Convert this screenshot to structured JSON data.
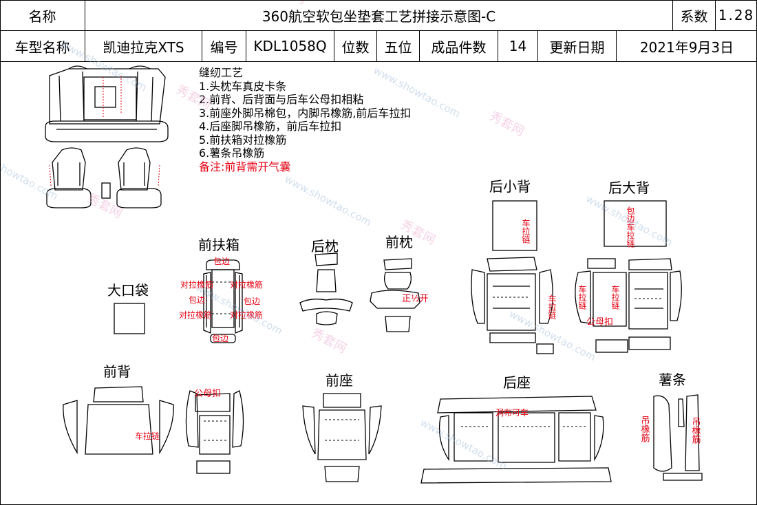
{
  "header": {
    "name_label": "名称",
    "title": "360航空软包坐垫套工艺拼接示意图-C",
    "coef_label": "系数",
    "coef_value": "1.28",
    "model_label": "车型名称",
    "model_value": "凯迪拉克XTS",
    "code_label": "编号",
    "code_value": "KDL1058Q",
    "seats_label": "位数",
    "seats_value": "五位",
    "pieces_label": "成品件数",
    "pieces_value": "14",
    "date_label": "更新日期",
    "date_value": "2021年9月3日"
  },
  "notes": {
    "heading": "缝纫工艺",
    "items": [
      "1.头枕车真皮卡条",
      "2.前背、后背面与后车公母扣相粘",
      "3.前座外脚吊棉包，内脚吊橡筋,前后车拉扣",
      "4.后座脚吊橡筋，前后车拉扣",
      "5.前扶箱对拉橡筋",
      "6.薯条吊橡筋"
    ],
    "remark": "备注:前背需开气囊"
  },
  "sections": {
    "rear_small_back": "后小背",
    "rear_big_back": "后大背",
    "front_armrest": "前扶箱",
    "rear_headrest": "后枕",
    "front_headrest": "前枕",
    "big_pocket": "大口袋",
    "front_back": "前背",
    "front_seat": "前座",
    "rear_seat": "后座",
    "fries": "薯条"
  },
  "annotations": {
    "armrest_binding_top": "包边",
    "armrest_pull_left_top": "对拉橡筋",
    "armrest_pull_right_top": "对拉橡筋",
    "armrest_binding_left": "包边",
    "armrest_binding_right": "包边",
    "armrest_pull_left_bottom": "对拉橡筋",
    "armrest_pull_right_bottom": "对拉橡筋",
    "armrest_binding_bottom": "包边",
    "front_headrest_slit": "正½开",
    "rsb_zip": "车拉链",
    "rsb_zip_side": "车拉链",
    "rbb_binding_zip": "包边车拉链",
    "rbb_zip_left": "车拉链",
    "rbb_zip_right": "车拉链",
    "rbb_snap": "公母扣",
    "fb_snap": "公母扣",
    "fb_zip": "车拉链",
    "rs_hole": "洞布可车",
    "fries_left": "吊橡筋",
    "fries_right": "吊橡筋"
  },
  "watermark": {
    "text_cn": "秀套网",
    "text_en": "www.showtao.com"
  },
  "colors": {
    "accent": "#e60012",
    "line": "#000000"
  }
}
